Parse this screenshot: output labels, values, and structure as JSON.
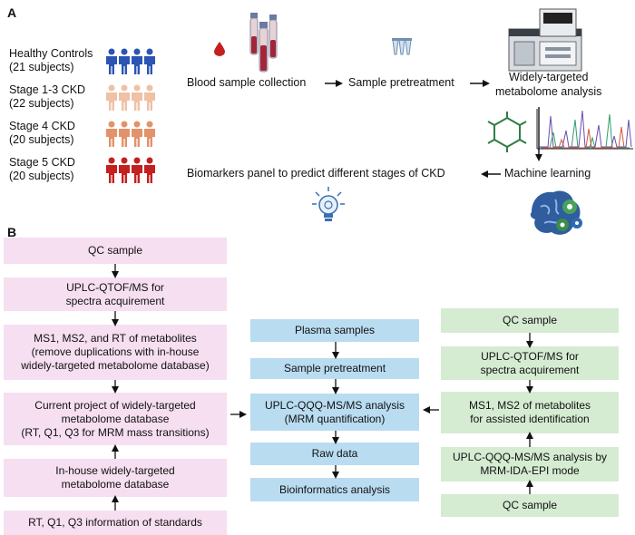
{
  "panel_a": {
    "label": "A",
    "groups": [
      {
        "name": "Healthy Controls",
        "count": "(21 subjects)",
        "color": "#2b54b4"
      },
      {
        "name": "Stage 1-3 CKD",
        "count": "(22 subjects)",
        "color": "#efc1a5"
      },
      {
        "name": "Stage 4 CKD",
        "count": "(20 subjects)",
        "color": "#e2936a"
      },
      {
        "name": "Stage 5 CKD",
        "count": "(20 subjects)",
        "color": "#c4201f"
      }
    ],
    "steps": {
      "blood": "Blood sample collection",
      "pretreatment": "Sample pretreatment",
      "analysis_line1": "Widely-targeted",
      "analysis_line2": "metabolome analysis",
      "machine_learning": "Machine learning",
      "biomarkers": "Biomarkers panel to predict different stages of CKD"
    }
  },
  "panel_b": {
    "label": "B",
    "left_column": [
      {
        "lines": [
          "QC sample"
        ]
      },
      {
        "lines": [
          "UPLC-QTOF/MS for",
          "spectra acquirement"
        ]
      },
      {
        "lines": [
          "MS1, MS2, and RT of metabolites",
          "(remove duplications with in-house",
          "widely-targeted metabolome database)"
        ]
      },
      {
        "lines": [
          "Current project of widely-targeted",
          "metabolome database",
          "(RT, Q1, Q3 for MRM mass transitions)"
        ]
      },
      {
        "lines": [
          "In-house widely-targeted",
          "metabolome database"
        ]
      },
      {
        "lines": [
          "RT, Q1, Q3 information of standards"
        ]
      }
    ],
    "middle_column": [
      {
        "lines": [
          "Plasma samples"
        ]
      },
      {
        "lines": [
          "Sample pretreatment"
        ]
      },
      {
        "lines": [
          "UPLC-QQQ-MS/MS analysis",
          "(MRM quantification)"
        ]
      },
      {
        "lines": [
          "Raw data"
        ]
      },
      {
        "lines": [
          "Bioinformatics analysis"
        ]
      }
    ],
    "right_column": [
      {
        "lines": [
          "QC sample"
        ]
      },
      {
        "lines": [
          "UPLC-QTOF/MS for",
          "spectra acquirement"
        ]
      },
      {
        "lines": [
          "MS1, MS2 of metabolites",
          "for assisted identification"
        ]
      },
      {
        "lines": [
          "UPLC-QQQ-MS/MS analysis by",
          "MRM-IDA-EPI mode"
        ]
      },
      {
        "lines": [
          "QC sample"
        ]
      }
    ]
  }
}
